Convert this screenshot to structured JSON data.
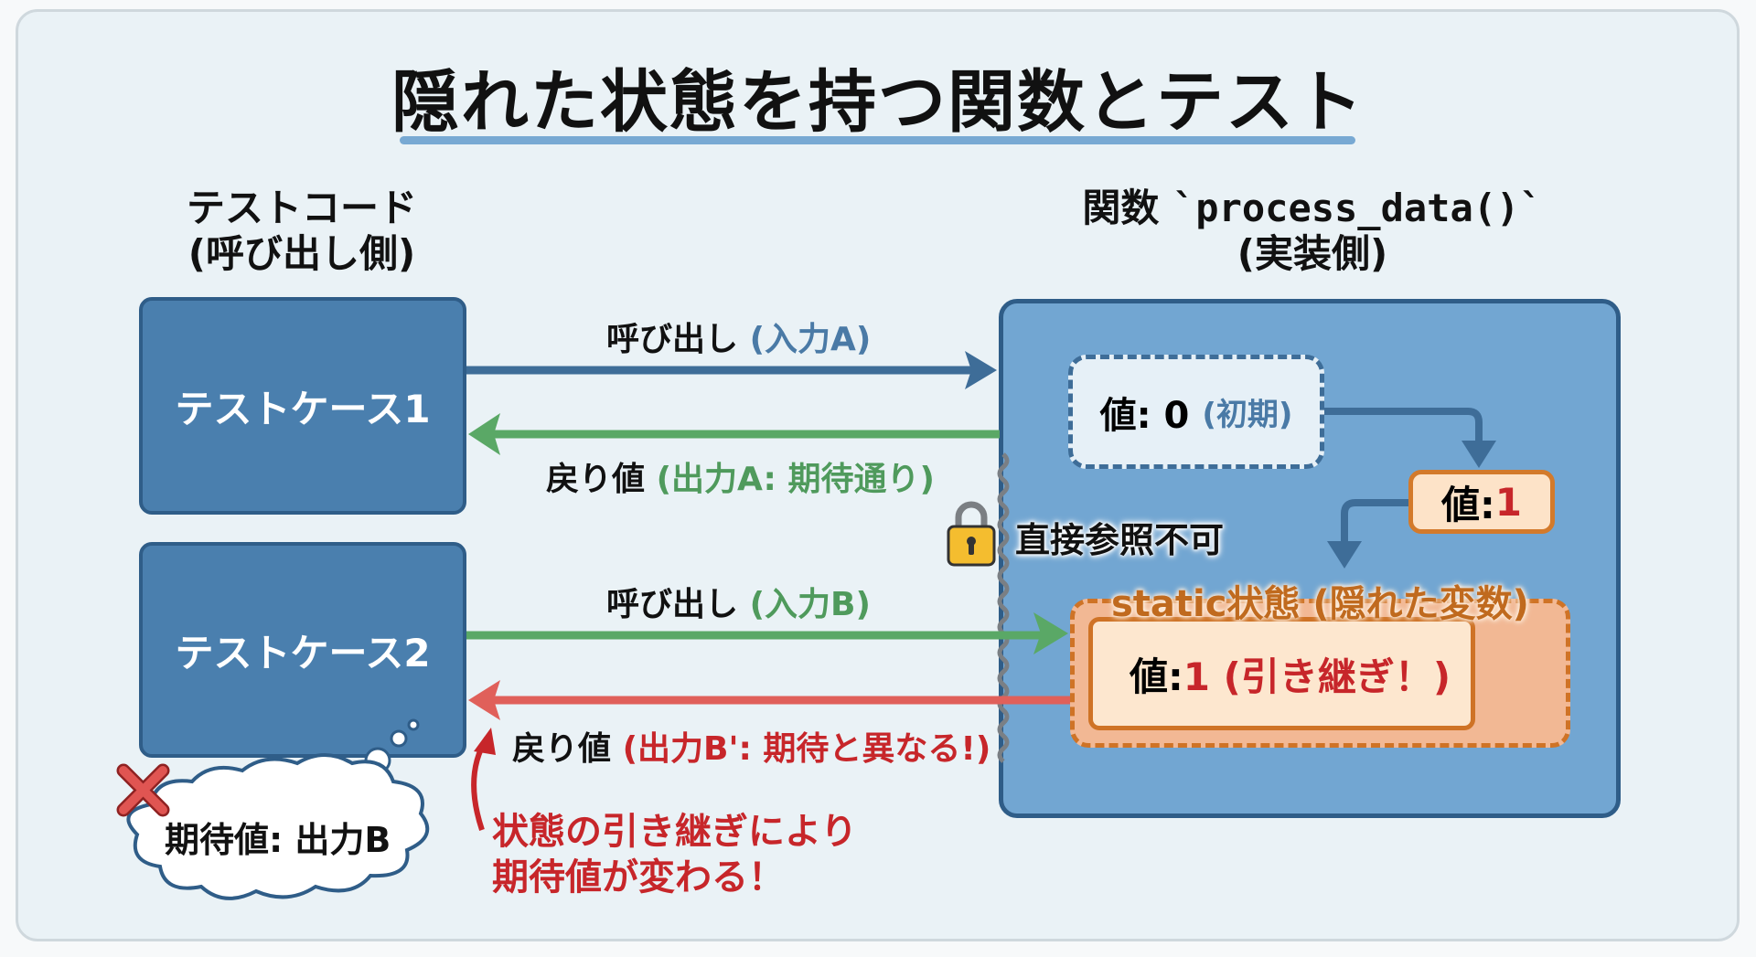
{
  "title": "隠れた状態を持つ関数とテスト",
  "left_column": {
    "heading_line1": "テストコード",
    "heading_line2": "(呼び出し側)"
  },
  "right_column": {
    "heading_prefix": "関数 ",
    "heading_code": "`process_data()`",
    "heading_line2": "(実装側)"
  },
  "test_cases": [
    {
      "label": "テストケース1"
    },
    {
      "label": "テストケース2"
    }
  ],
  "flows": {
    "call_a": {
      "verb": "呼び出し",
      "detail": "(入力A)"
    },
    "return_a": {
      "verb": "戻り値",
      "detail": "(出力A: 期待通り)"
    },
    "call_b": {
      "verb": "呼び出し",
      "detail": "(入力B)"
    },
    "return_b": {
      "verb": "戻り値",
      "detail": "(出力B': 期待と異なる!)"
    }
  },
  "function_internals": {
    "initial_value": {
      "prefix": "値: 0",
      "note": "(初期)"
    },
    "updated_value": {
      "prefix": "値: ",
      "value": "1"
    },
    "static_state_title": "static状態 (隠れた変数)",
    "carried_value": {
      "prefix": "値: ",
      "value": "1 (引き継ぎ！)"
    },
    "no_access_label": "直接参照不可"
  },
  "expectation": {
    "cloud_text": "期待値: 出力B"
  },
  "note": {
    "line1": "状態の引き継ぎにより",
    "line2": "期待値が変わる！"
  },
  "colors": {
    "call_a_arrow": "#3e6d98",
    "return_ok_arrow": "#5aa866",
    "call_b_arrow": "#5aa866",
    "return_bad_arrow": "#e0605a",
    "accent_red": "#c7262a",
    "function_fill": "#72a6d2",
    "static_fill": "#f2b894"
  }
}
